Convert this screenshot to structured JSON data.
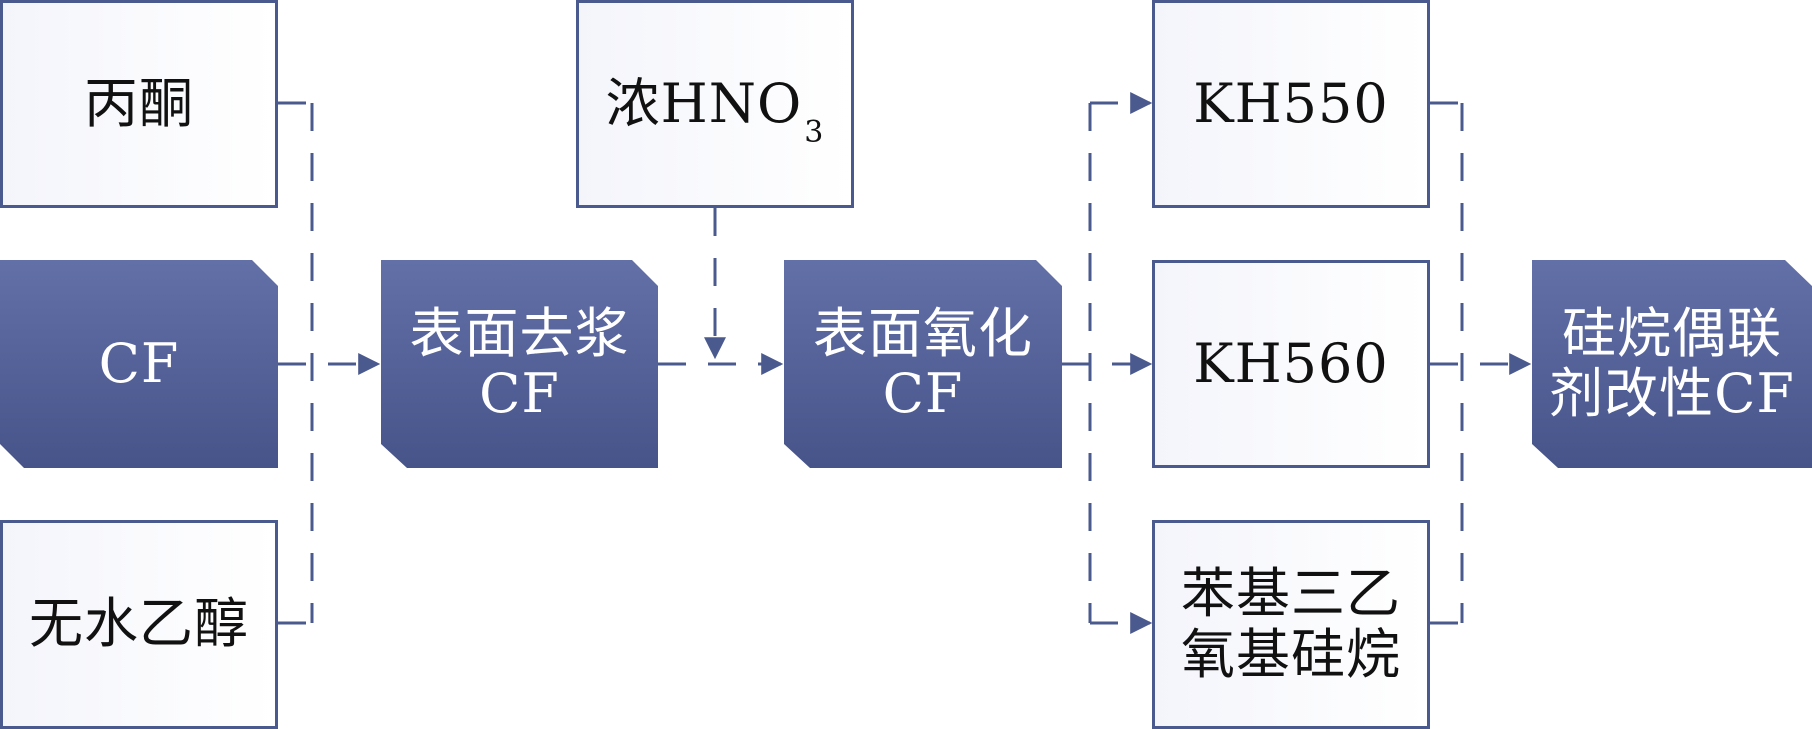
{
  "colors": {
    "process_fill_top": "#6370a8",
    "process_fill_bottom": "#46548a",
    "border": "#4b5a8e",
    "connector": "#4b5a8e",
    "text_dark": "#111111",
    "text_light": "#ffffff"
  },
  "nodes": {
    "acetone": "丙酮",
    "cf": "CF",
    "ethanol": "无水乙醇",
    "desized_cf": "表面去浆\nCF",
    "hno3_prefix": "浓HNO",
    "hno3_subscript": "3",
    "oxidized_cf": "表面氧化\nCF",
    "kh550": "KH550",
    "kh560": "KH560",
    "phenyl_silane": "苯基三乙\n氧基硅烷",
    "silane_modified_cf": "硅烷偶联\n剂改性CF"
  }
}
